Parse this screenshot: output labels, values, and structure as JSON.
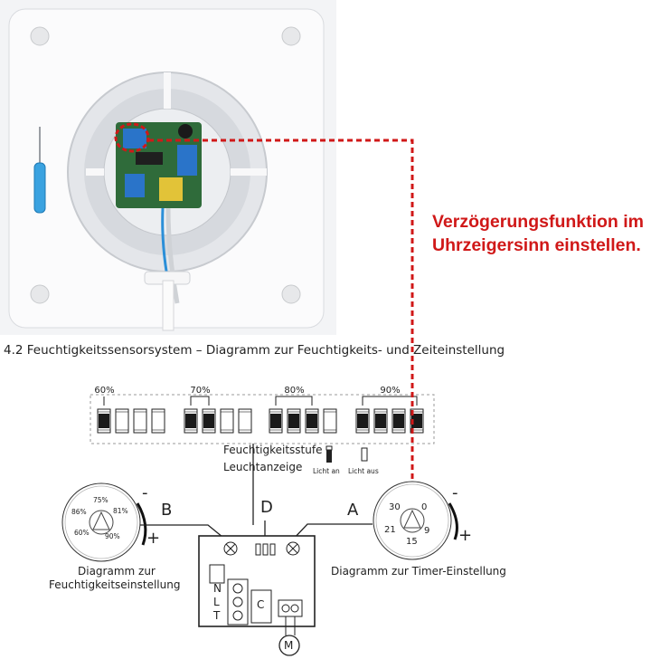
{
  "callout": {
    "line1": "Verzögerungsfunktion im",
    "line2": "Uhrzeigersinn einstellen."
  },
  "section_title": "4.2 Feuchtigkeitssensorsystem – Diagramm zur Feuchtigkeits- und Zeiteinstellung",
  "dip_groups": [
    {
      "label": "60%",
      "switches_on": [
        true,
        false,
        false,
        false
      ]
    },
    {
      "label": "70%",
      "switches_on": [
        true,
        true,
        false,
        false
      ]
    },
    {
      "label": "80%",
      "switches_on": [
        true,
        true,
        true,
        false
      ]
    },
    {
      "label": "90%",
      "switches_on": [
        true,
        true,
        true,
        true
      ]
    }
  ],
  "indicator": {
    "title_line1": "Feuchtigkeitsstufe",
    "title_line2": "Leuchtanzeige",
    "light_on": "Licht an",
    "light_off": "Licht aus"
  },
  "connectors": {
    "left": "B",
    "middle": "D",
    "right": "A"
  },
  "humidity_dial": {
    "ticks": [
      "75%",
      "86%",
      "81%",
      "60%",
      "90%"
    ],
    "minus": "-",
    "plus": "+",
    "caption_line1": "Diagramm zur",
    "caption_line2": "Feuchtigkeitseinstellung"
  },
  "timer_dial": {
    "ticks": [
      "30",
      "0",
      "21",
      "9",
      "15"
    ],
    "minus": "-",
    "plus": "+",
    "caption": "Diagramm zur Timer-Einstellung"
  },
  "terminals": {
    "n": "N",
    "l": "L",
    "t": "T",
    "c": "C",
    "m": "M"
  },
  "colors": {
    "callout_red": "#d01818",
    "board_outline": "#222222"
  }
}
